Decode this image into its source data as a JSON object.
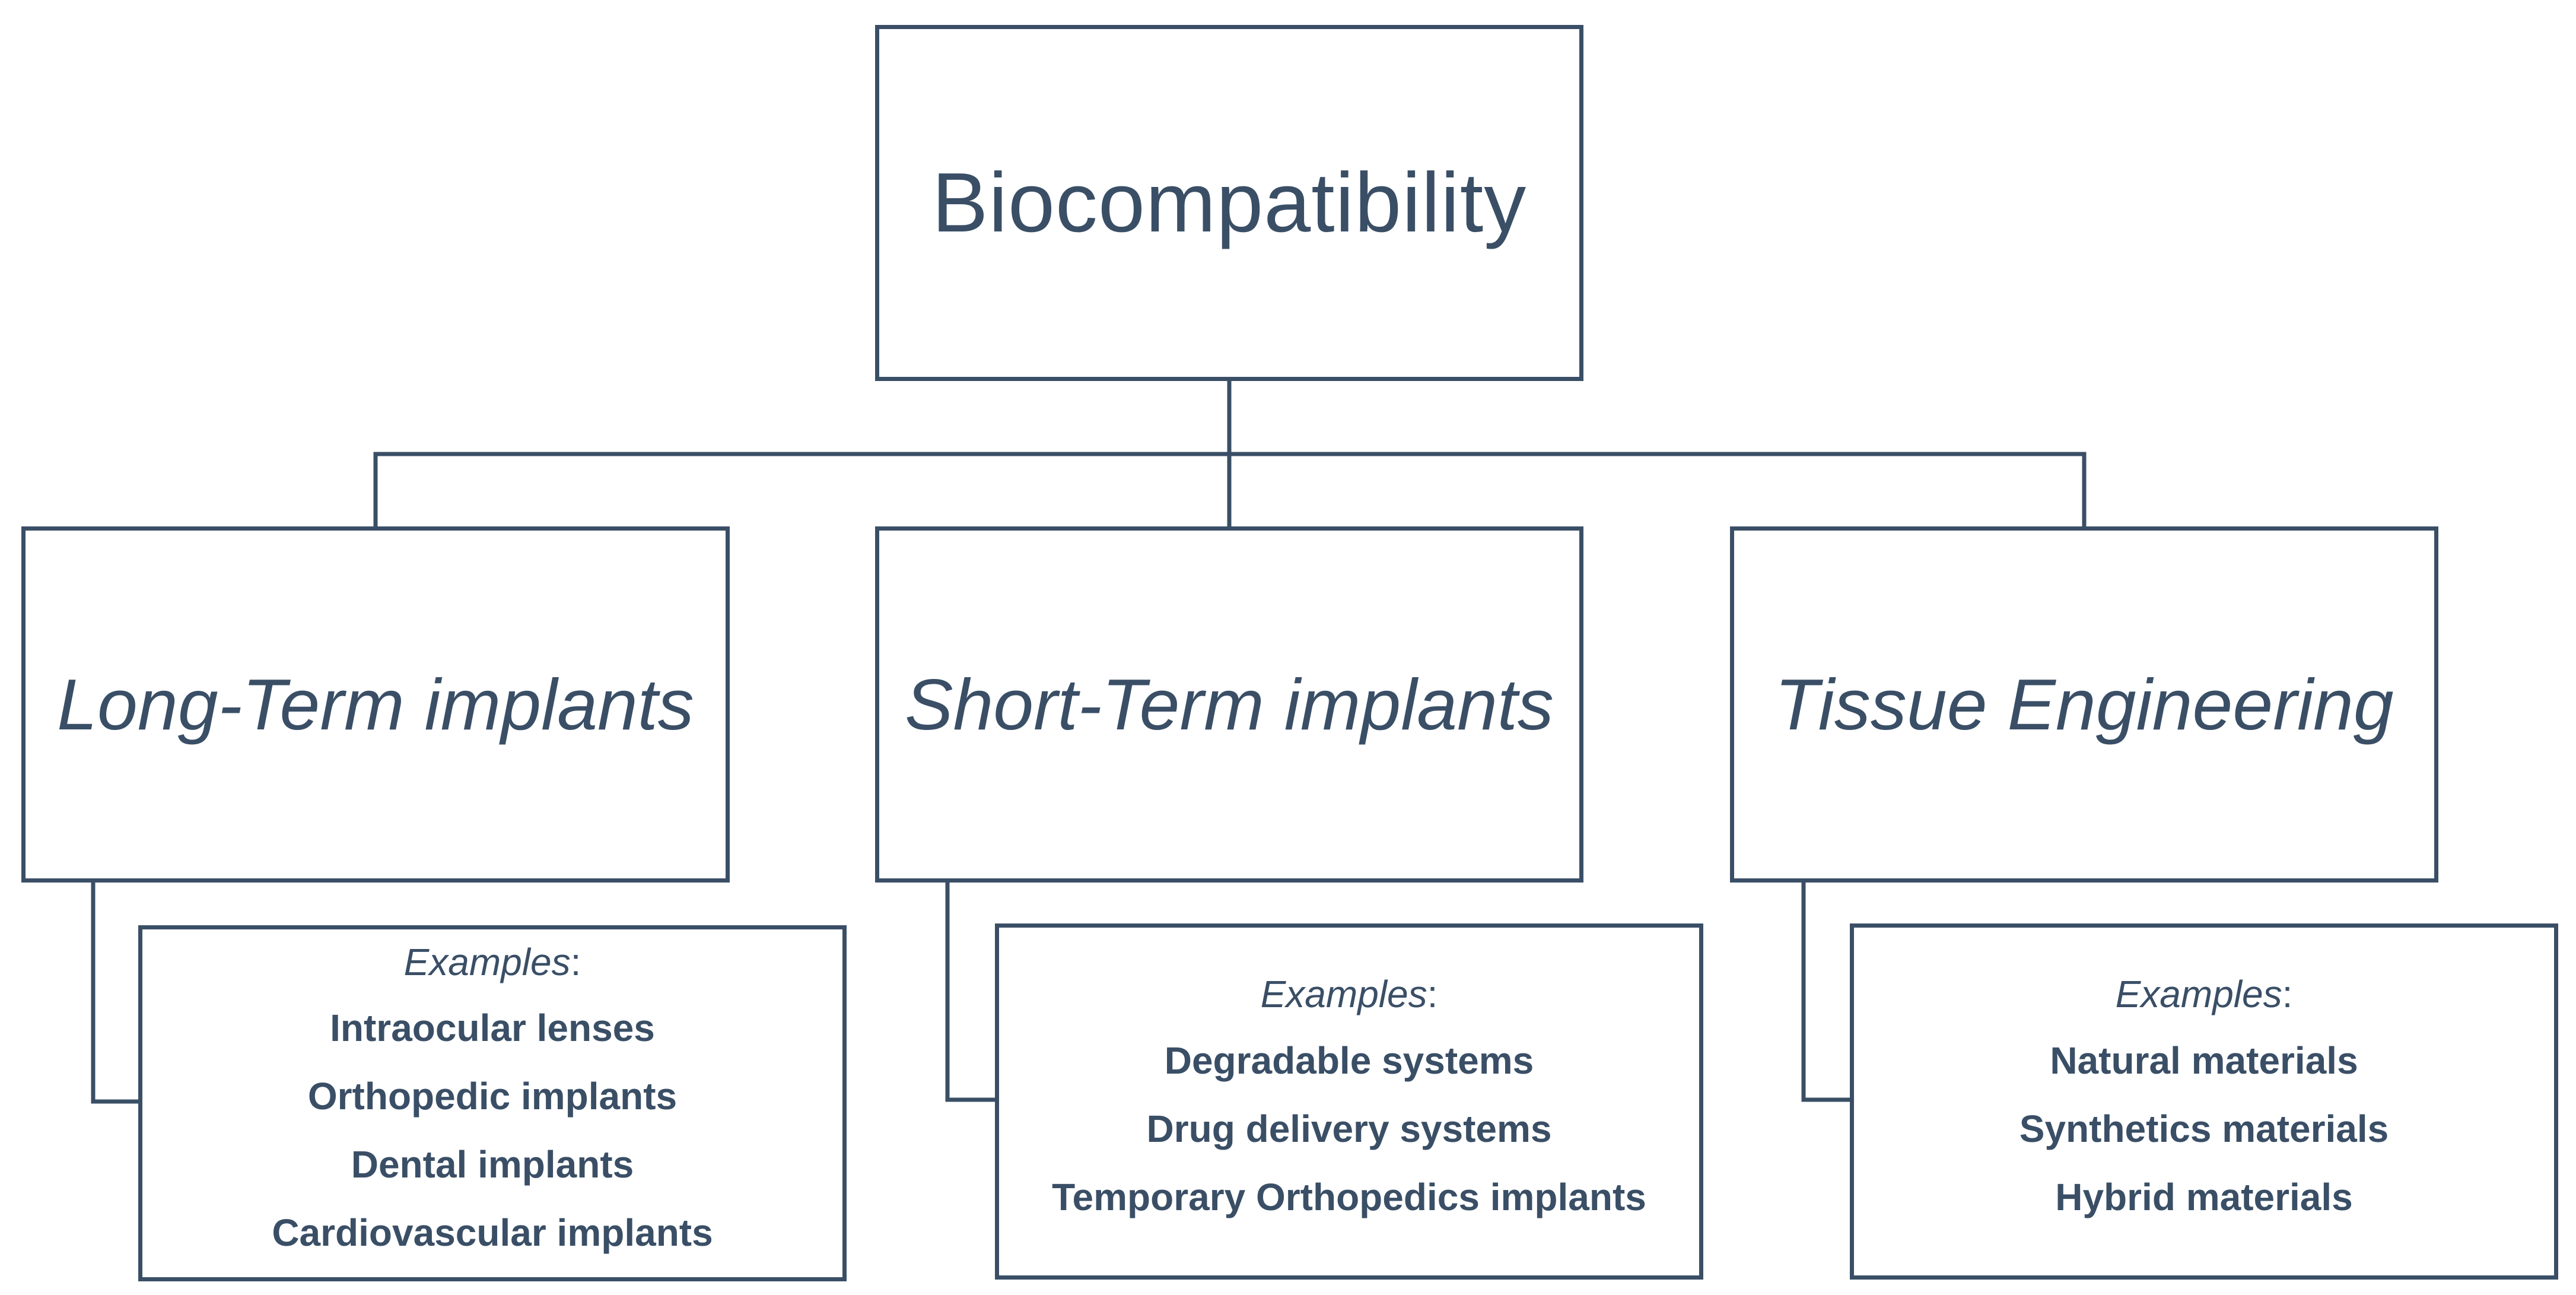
{
  "root": {
    "title": "Biocompatibility"
  },
  "categories": [
    {
      "title": "Long-Term implants",
      "examples_label": "Examples",
      "examples_suffix": ":",
      "examples": [
        "Intraocular lenses",
        "Orthopedic implants",
        "Dental implants",
        "Cardiovascular implants"
      ]
    },
    {
      "title": "Short-Term implants",
      "examples_label": "Examples",
      "examples_suffix": ":",
      "examples": [
        "Degradable systems",
        "Drug delivery systems",
        "Temporary Orthopedics implants"
      ]
    },
    {
      "title": "Tissue Engineering",
      "examples_label": "Examples",
      "examples_suffix": ":",
      "examples": [
        "Natural materials",
        "Synthetics materials",
        "Hybrid materials"
      ]
    }
  ],
  "colors": {
    "stroke": "#3a4f66",
    "text": "#3a4f66",
    "background": "#ffffff"
  }
}
